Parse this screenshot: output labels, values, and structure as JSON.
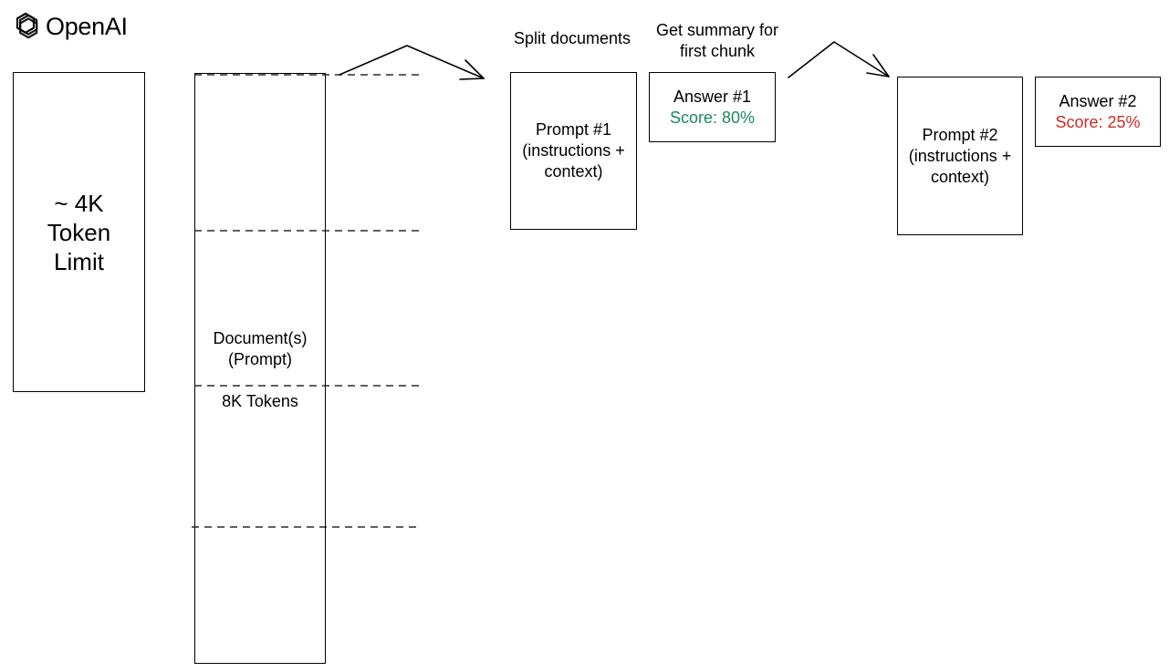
{
  "brand": {
    "name": "OpenAI",
    "icon": "openai-logo-icon"
  },
  "token_limit": {
    "line1": "~ 4K",
    "line2": "Token",
    "line3": "Limit"
  },
  "document": {
    "label_line1": "Document(s)",
    "label_line2": "(Prompt)",
    "tokens": "8K Tokens"
  },
  "steps": {
    "split": "Split documents",
    "summary_line1": "Get summary for",
    "summary_line2": "first chunk"
  },
  "prompt1": {
    "line1": "Prompt #1",
    "line2": "(instructions +",
    "line3": "context)"
  },
  "answer1": {
    "title": "Answer #1",
    "score": "Score: 80%",
    "score_color": "#1a8a5a"
  },
  "prompt2": {
    "line1": "Prompt #2",
    "line2": "(instructions +",
    "line3": "context)"
  },
  "answer2": {
    "title": "Answer #2",
    "score": "Score: 25%",
    "score_color": "#cc2a2a"
  }
}
